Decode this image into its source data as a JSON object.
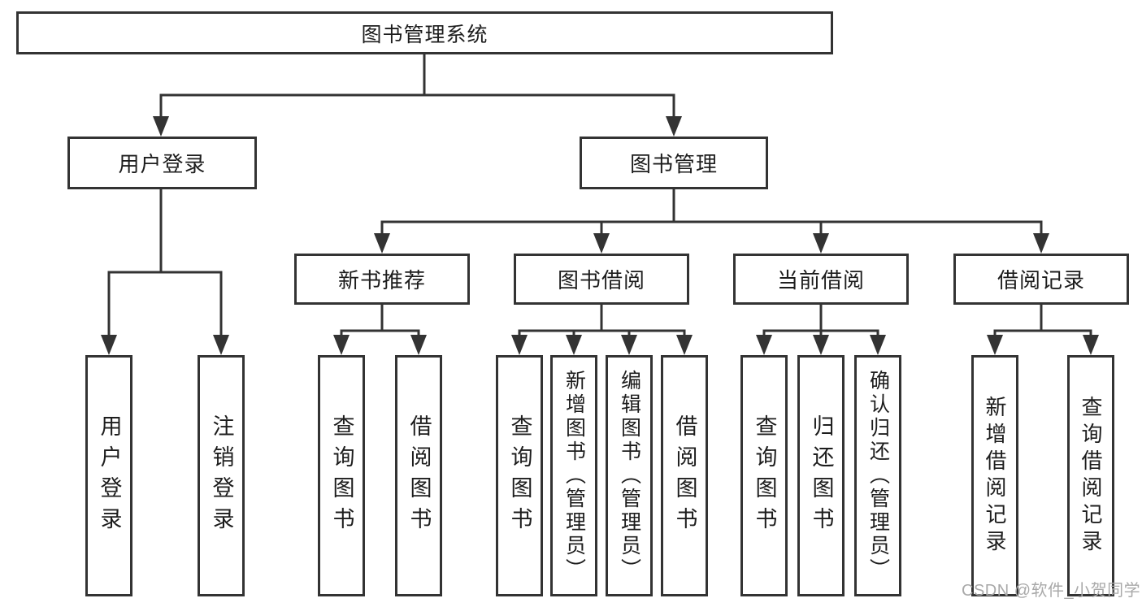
{
  "nodes": {
    "root": {
      "label": "图书管理系统"
    },
    "user_login": {
      "label": "用户登录"
    },
    "book_mgmt": {
      "label": "图书管理"
    },
    "new_book_rec": {
      "label": "新书推荐"
    },
    "book_borrow": {
      "label": "图书借阅"
    },
    "current_borrow": {
      "label": "当前借阅"
    },
    "borrow_records": {
      "label": "借阅记录"
    },
    "leaf_user_login": {
      "label": "用户登录"
    },
    "leaf_logout": {
      "label": "注销登录"
    },
    "leaf_query_book_rec": {
      "label": "查询图书"
    },
    "leaf_borrow_book_rec": {
      "label": "借阅图书"
    },
    "leaf_query_book_borrow": {
      "label": "查询图书"
    },
    "leaf_add_book": {
      "label": "新增图书（管理员）"
    },
    "leaf_edit_book": {
      "label": "编辑图书（管理员）"
    },
    "leaf_borrow_book": {
      "label": "借阅图书"
    },
    "leaf_query_book_current": {
      "label": "查询图书"
    },
    "leaf_return_book": {
      "label": "归还图书"
    },
    "leaf_confirm_return": {
      "label": "确认归还（管理员）"
    },
    "leaf_add_borrow_record": {
      "label": "新增借阅记录"
    },
    "leaf_query_borrow_record": {
      "label": "查询借阅记录"
    }
  },
  "watermark": {
    "text": "CSDN @软件_小贺同学"
  },
  "colors": {
    "line": "#333333",
    "box_border": "#333333",
    "text": "#1d1d1d",
    "background": "#ffffff",
    "watermark": "#a9a9a9"
  }
}
